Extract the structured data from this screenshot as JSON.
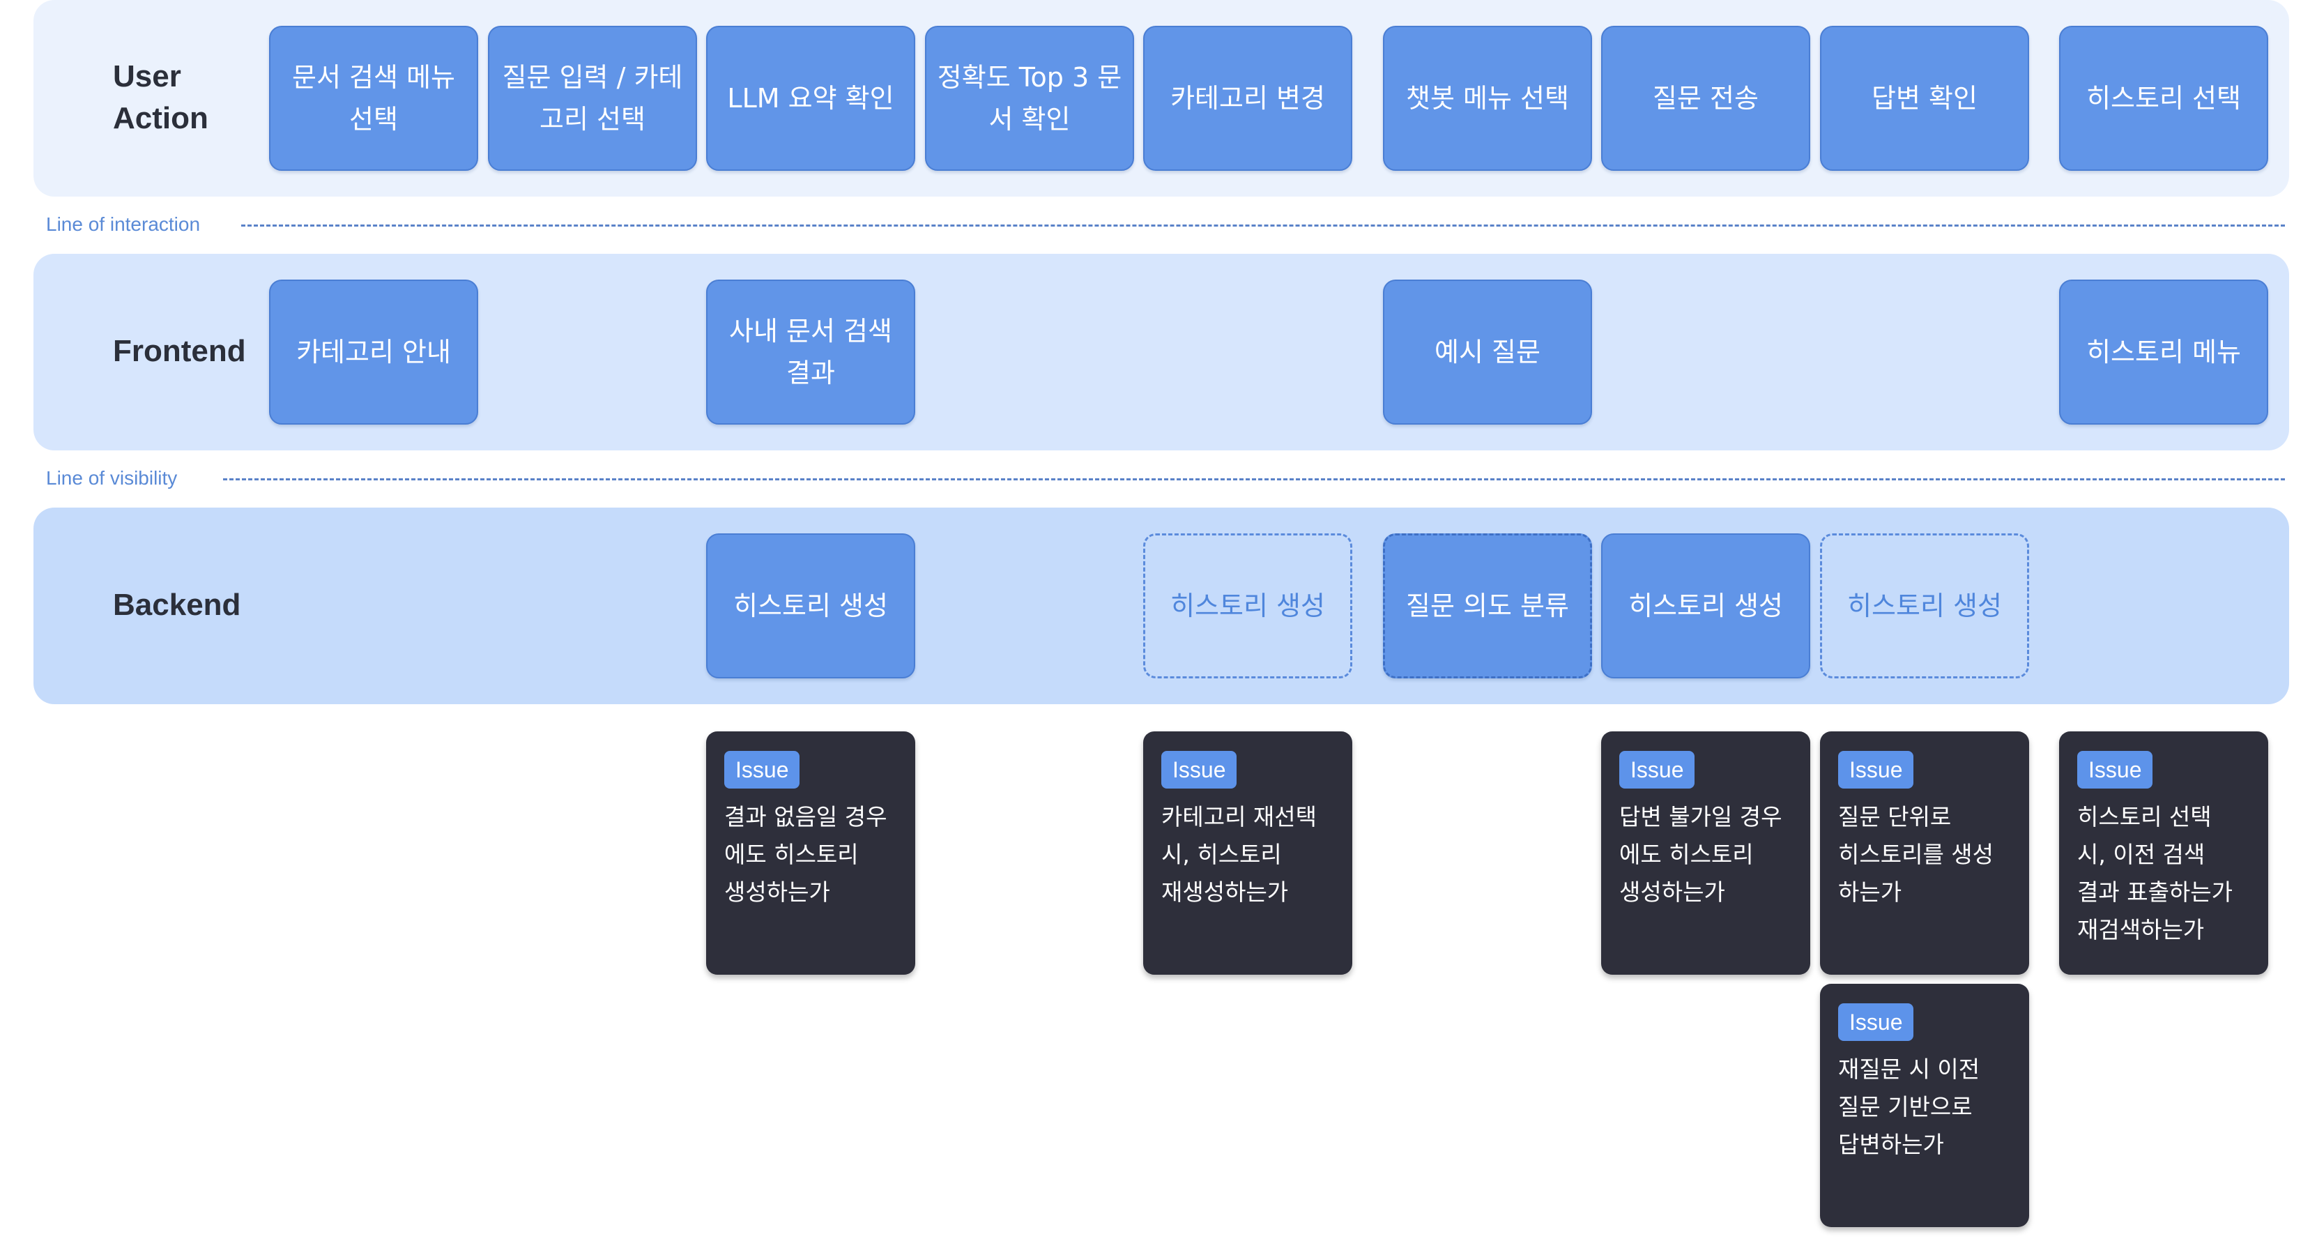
{
  "lanes": {
    "user": "User\nAction",
    "frontend": "Frontend",
    "backend": "Backend"
  },
  "lines": {
    "interaction": "Line of interaction",
    "visibility": "Line of visibility"
  },
  "user_actions": [
    "문서 검색 메뉴\n선택",
    "질문 입력 /\n카테고리 선택",
    "LLM 요약\n확인",
    "정확도 Top 3\n문서 확인",
    "카테고리\n변경",
    "챗봇 메뉴\n선택",
    "질문 전송",
    "답변 확인",
    "히스토리 선택"
  ],
  "frontend": [
    "카테고리 안내",
    "사내 문서 검색\n결과",
    "예시 질문",
    "히스토리 메뉴"
  ],
  "backend": [
    "히스토리 생성",
    "히스토리 생성",
    "질문 의도 분류",
    "히스토리 생성",
    "히스토리 생성"
  ],
  "issue_tag": "Issue",
  "issues": [
    "결과 없음일 경우\n에도 히스토리\n생성하는가",
    "카테고리 재선택\n시, 히스토리\n재생성하는가",
    "답변 불가일 경우\n에도 히스토리\n생성하는가",
    "질문 단위로\n히스토리를 생성\n하는가",
    "히스토리 선택\n시, 이전 검색\n결과 표출하는가\n재검색하는가",
    "재질문 시 이전\n질문 기반으로\n답변하는가"
  ]
}
